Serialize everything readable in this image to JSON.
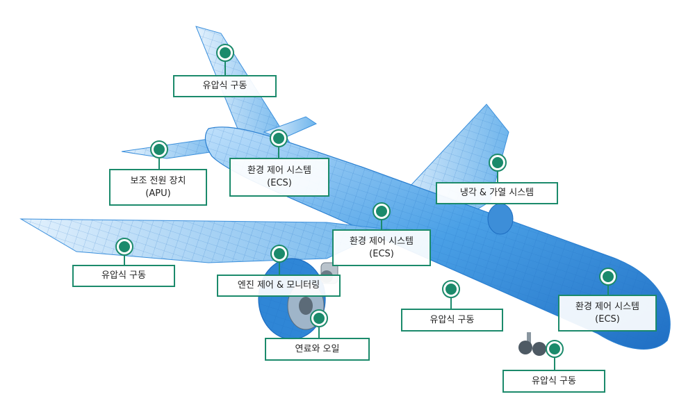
{
  "colors": {
    "accent": "#1b8a6b",
    "wire": "#2a86d8",
    "wire_light": "#cfe6fb"
  },
  "icons": {
    "hotspot": "hotspot-dot-icon"
  },
  "callouts": [
    {
      "id": "tail-hydraulic",
      "text": "유압식 구동"
    },
    {
      "id": "apu",
      "text": "보조 전원 장치\n(APU)"
    },
    {
      "id": "ecs-upper",
      "text": "환경 제어 시스템\n(ECS)"
    },
    {
      "id": "cooling-heating",
      "text": "냉각 & 가열 시스템"
    },
    {
      "id": "ecs-center",
      "text": "환경 제어 시스템\n(ECS)"
    },
    {
      "id": "wing-hydraulic",
      "text": "유압식 구동"
    },
    {
      "id": "engine-control",
      "text": "엔진 제어 & 모니터링"
    },
    {
      "id": "fuel-oil",
      "text": "연료와 오일"
    },
    {
      "id": "gear-hydraulic",
      "text": "유압식 구동"
    },
    {
      "id": "ecs-nose",
      "text": "환경 제어 시스템\n(ECS)"
    },
    {
      "id": "nosegear-hydraulic",
      "text": "유압식 구동"
    }
  ]
}
